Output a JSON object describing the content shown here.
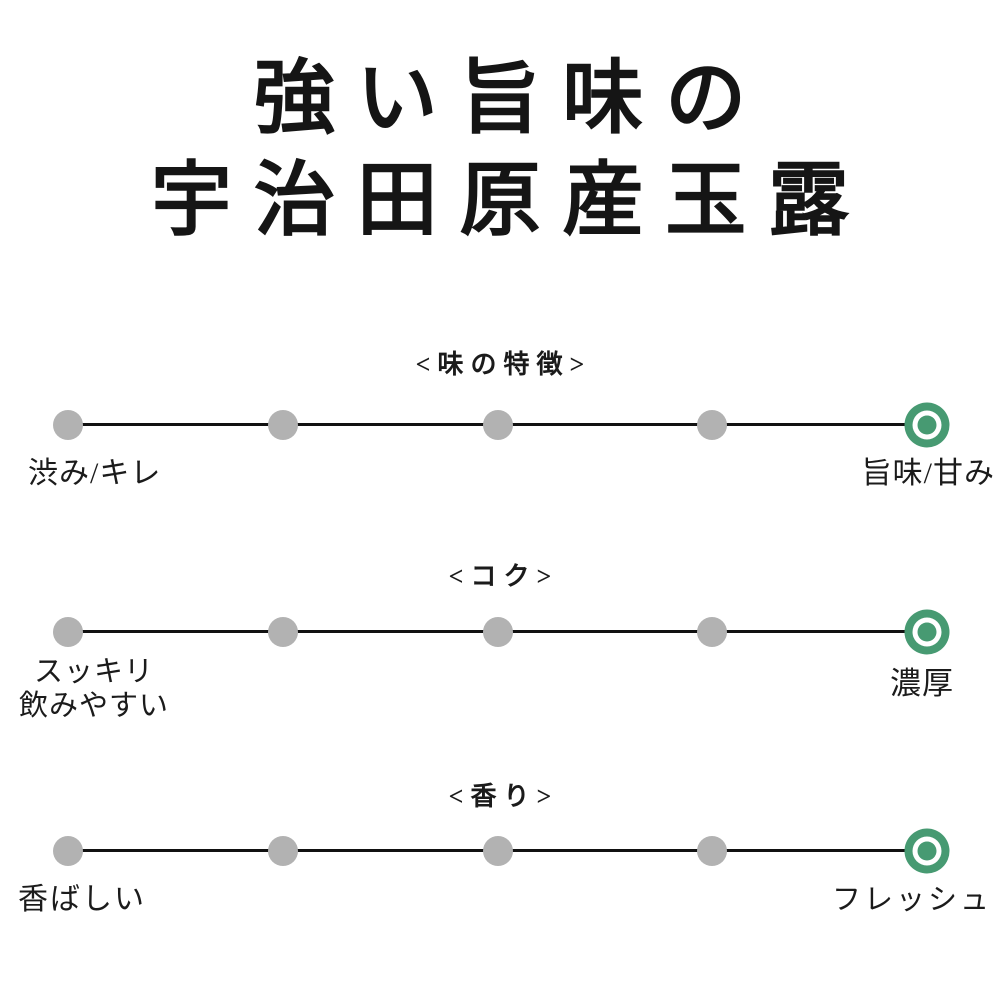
{
  "page": {
    "background": "#ffffff"
  },
  "title": {
    "line1": "強い旨味の",
    "line2": "宇治田原産玉露"
  },
  "colors": {
    "accent_green": "#479a72",
    "dot_gray": "#b2b2b2",
    "line_black": "#111111",
    "text_black": "#1b1b1b",
    "background": "#ffffff"
  },
  "scales": [
    {
      "header": "<味の特徴>",
      "left_label": "渋み/キレ",
      "right_label": "旨味/甘み",
      "points": 5,
      "selected_index": 4
    },
    {
      "header": "<コク>",
      "left_label": "スッキリ\n飲みやすい",
      "right_label": "濃厚",
      "points": 5,
      "selected_index": 4
    },
    {
      "header": "<香り>",
      "left_label": "香ばしい",
      "right_label": "フレッシュ",
      "points": 5,
      "selected_index": 4
    }
  ],
  "chart_data": {
    "type": "scatter",
    "title": "強い旨味の宇治田原産玉露",
    "description": "3 rating scales, each 1-5 dots, rightmost (5) selected in green",
    "scales": [
      {
        "name": "味の特徴",
        "left_anchor": "渋み/キレ",
        "right_anchor": "旨味/甘み",
        "min": 1,
        "max": 5,
        "value": 5
      },
      {
        "name": "コク",
        "left_anchor": "スッキリ 飲みやすい",
        "right_anchor": "濃厚",
        "min": 1,
        "max": 5,
        "value": 5
      },
      {
        "name": "香り",
        "left_anchor": "香ばしい",
        "right_anchor": "フレッシュ",
        "min": 1,
        "max": 5,
        "value": 5
      }
    ],
    "legend_position": "none",
    "grid": false
  }
}
